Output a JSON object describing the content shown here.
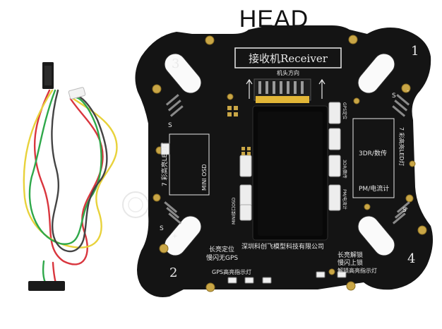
{
  "heading": "HEAD",
  "board": {
    "receiver_label": "接收机Receiver",
    "direction_label": "机头方向",
    "arm_numbers": [
      "1",
      "2",
      "3",
      "4"
    ],
    "left_led_label": "7 彩高亮LED灯",
    "mini_osd_label": "MINI OSD",
    "mini_osd_port_label": "MINI接口OSD",
    "telemetry_label": "3DR/数传",
    "telemetry_small_label": "3DR/数传",
    "gps_label": "GPS定位",
    "pm_label": "PM/电流计",
    "pm_small_label": "PM/电流计",
    "right_led_label": "7 彩高亮LED灯",
    "bottom_left_lines": [
      "长亮定位",
      "慢闪无GPS",
      "GPS高亮指示灯"
    ],
    "company_label": "深圳科创飞模型科技有限公司",
    "bottom_right_lines": [
      "长亮解锁",
      "慢闪上锁",
      "解锁高亮指示灯"
    ],
    "s_marks": [
      "S",
      "S",
      "S",
      "S"
    ],
    "plus_mark": "+",
    "minus_mark": "-"
  },
  "colors": {
    "pcb": "#141414",
    "silkscreen": "#e9e9e9",
    "gold_pad": "#c9a646",
    "wire_red": "#d9363e",
    "wire_yellow": "#e8d23b",
    "wire_green": "#2fa84a",
    "wire_black": "#222222"
  }
}
